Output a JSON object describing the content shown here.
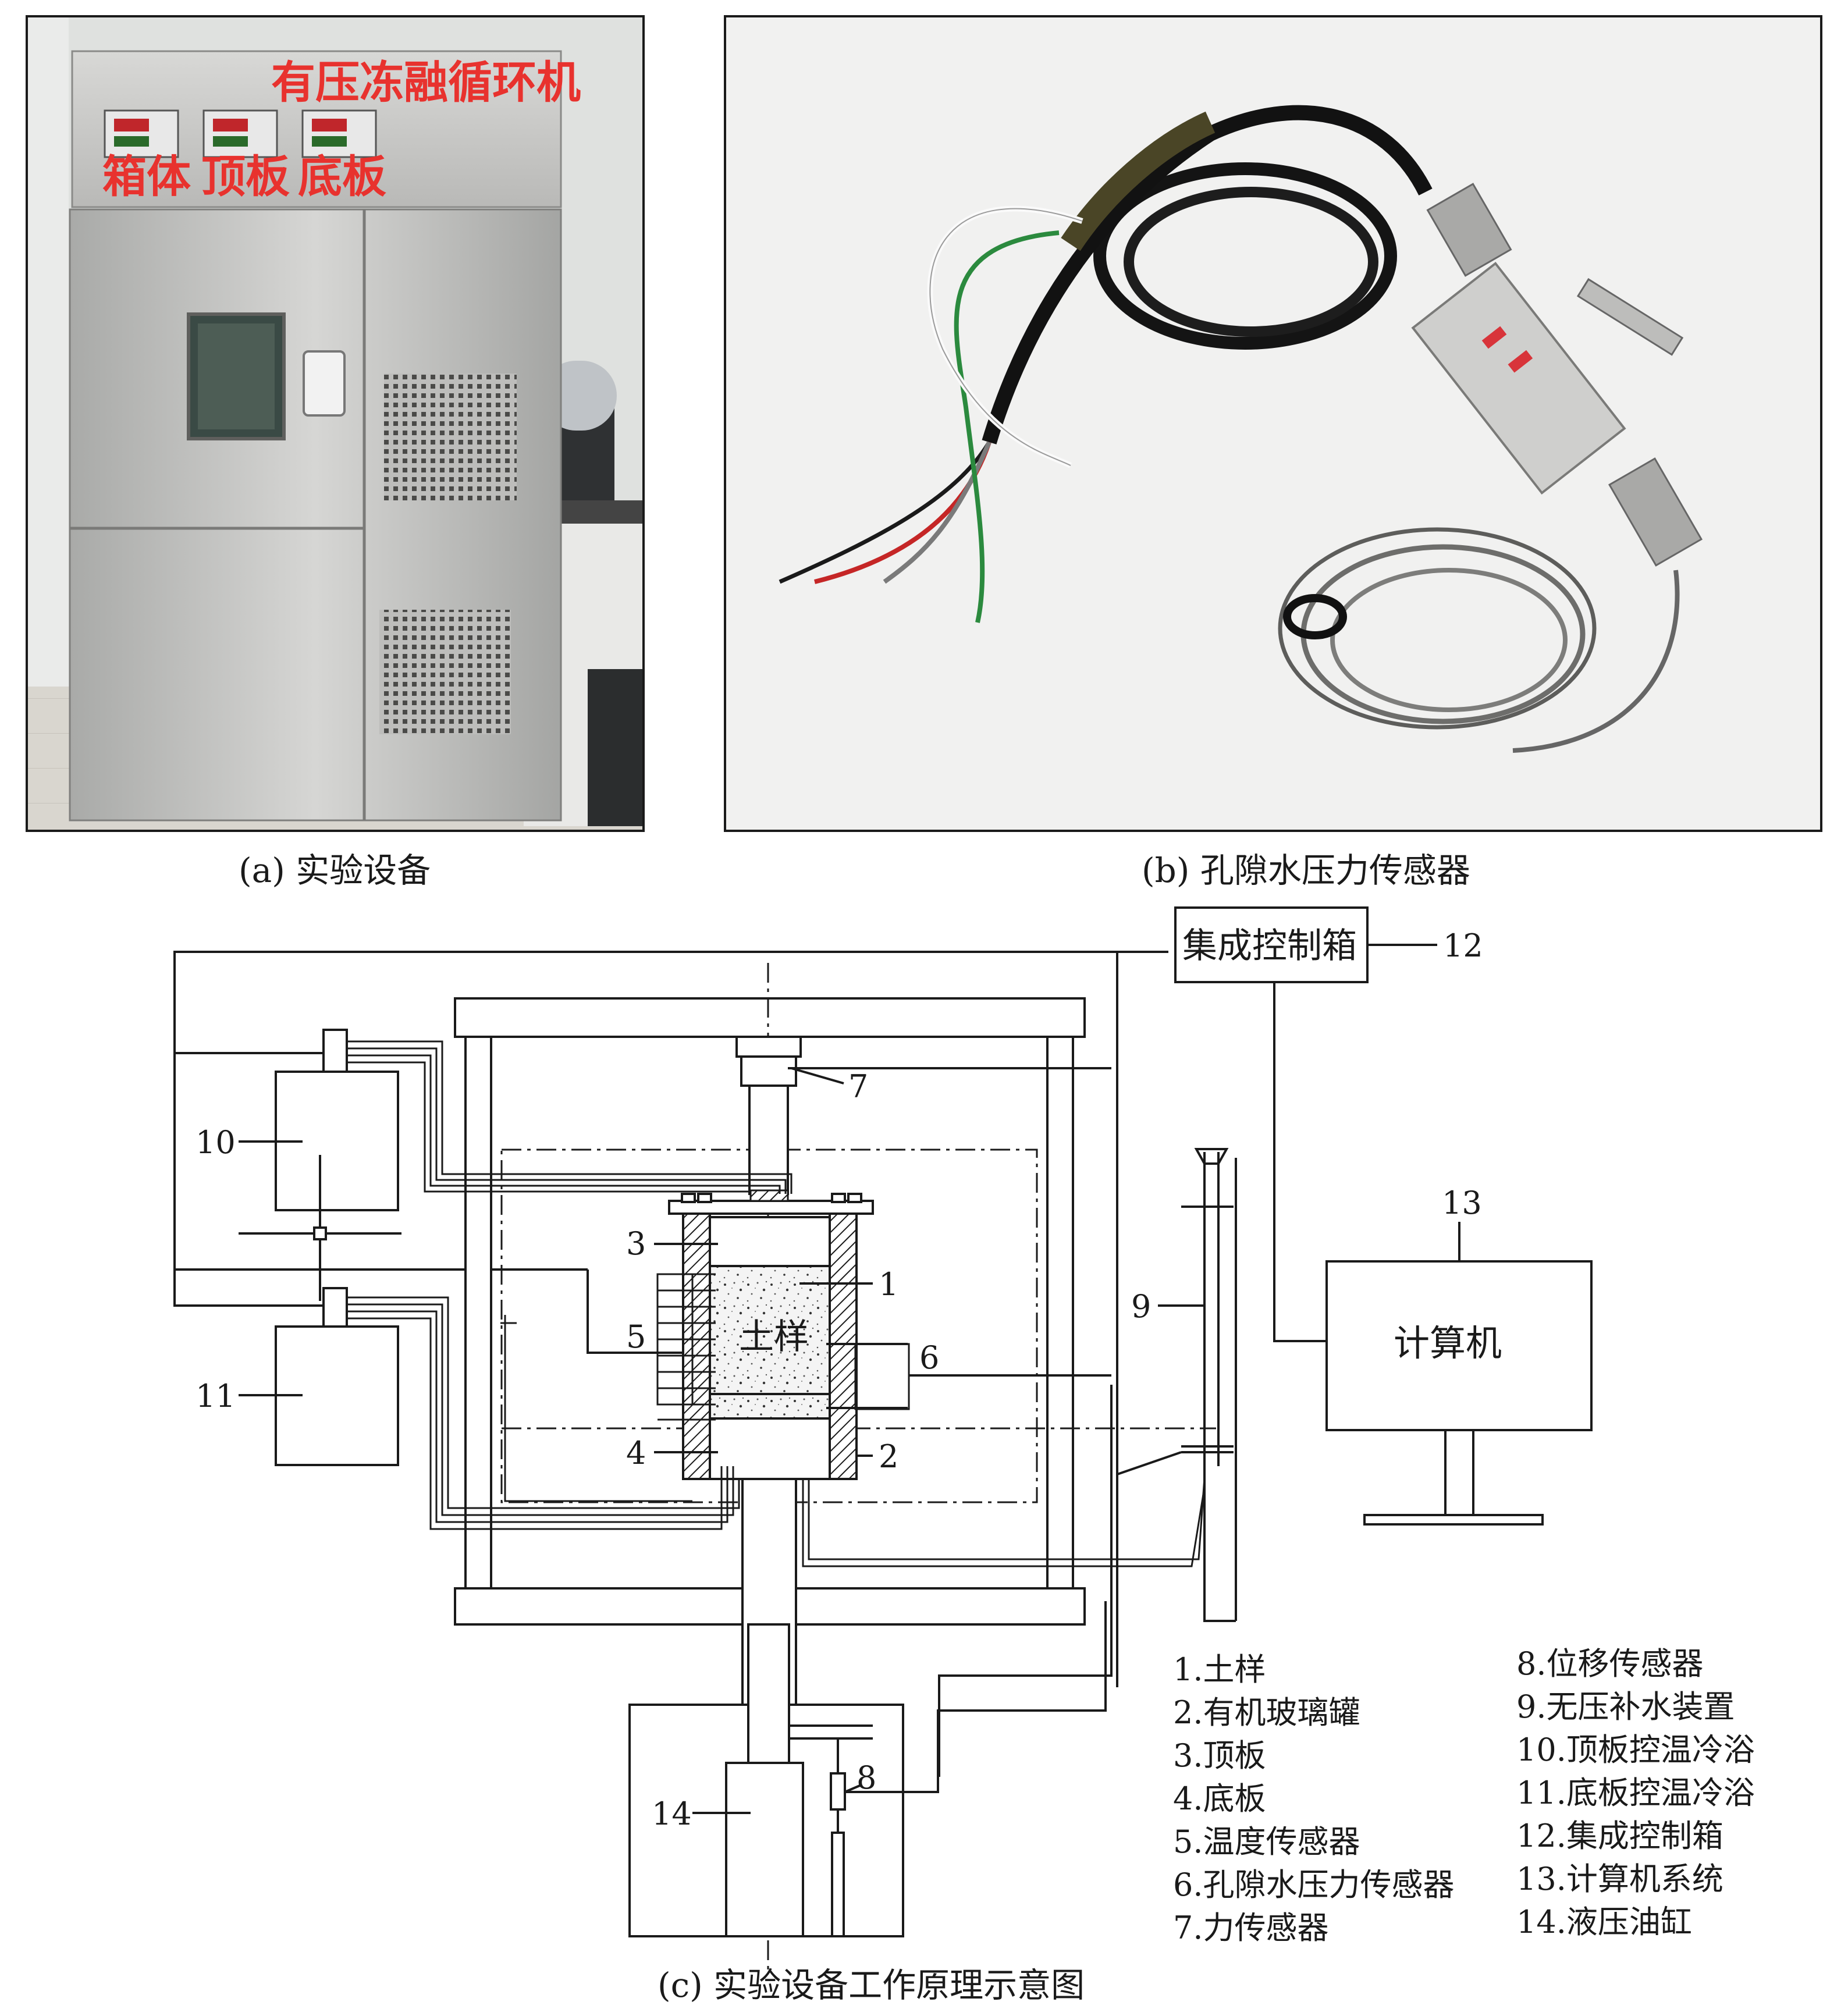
{
  "panel_a": {
    "title": "有压冻融循环机",
    "zones": [
      "箱体",
      "顶板",
      "底板"
    ],
    "caption": "(a) 实验设备"
  },
  "panel_b": {
    "caption": "(b) 孔隙水压力传感器"
  },
  "panel_c": {
    "caption": "(c) 实验设备工作原理示意图",
    "control_box": "集成控制箱",
    "computer": "计算机",
    "soil": "土样",
    "numbers": [
      "1",
      "2",
      "3",
      "4",
      "5",
      "6",
      "7",
      "8",
      "9",
      "10",
      "11",
      "12",
      "13",
      "14"
    ],
    "legend_left": [
      "1.土样",
      "2.有机玻璃罐",
      "3.顶板",
      "4.底板",
      "5.温度传感器",
      "6.孔隙水压力传感器",
      "7.力传感器"
    ],
    "legend_right": [
      "8.位移传感器",
      "9.无压补水装置",
      "10.顶板控温冷浴",
      "11.底板控温冷浴",
      "12.集成控制箱",
      "13.计算机系统",
      "14.液压油缸"
    ]
  },
  "colors": {
    "accent_red": "#e8322e",
    "steel": "#c9c9c9",
    "line": "#1a1a1a"
  }
}
